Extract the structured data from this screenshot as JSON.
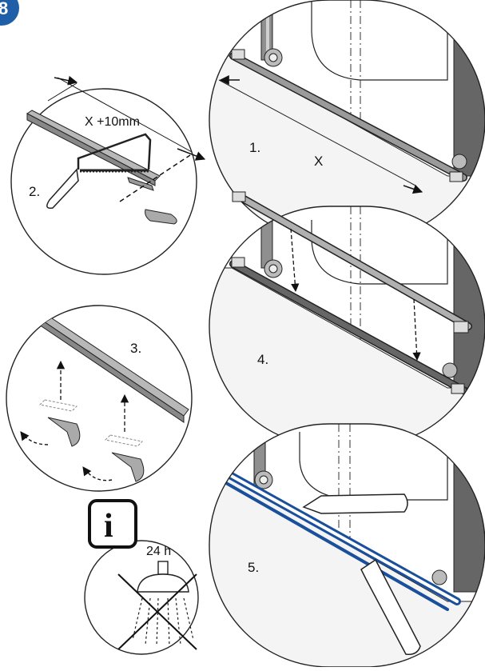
{
  "section_badge": "8",
  "steps": {
    "s1": "1.",
    "s2": "2.",
    "s3": "3.",
    "s4": "4.",
    "s5": "5."
  },
  "dimensions": {
    "cut_length": "X +10mm",
    "measured": "X"
  },
  "info": {
    "symbol": "i",
    "wait_time": "24 h"
  },
  "colors": {
    "badge": "#1f5fa8",
    "sealant": "#1a4f9c",
    "ink": "#111111"
  }
}
